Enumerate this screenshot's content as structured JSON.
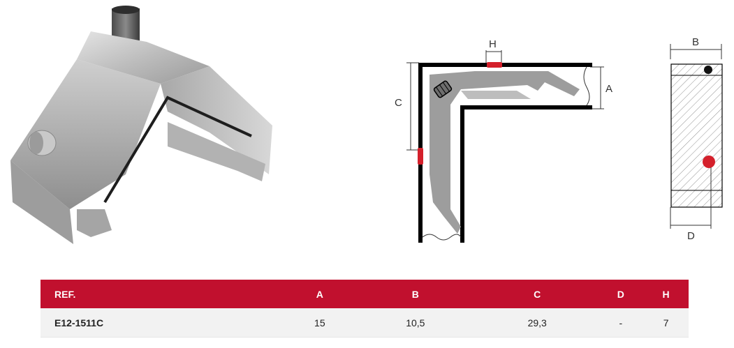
{
  "drawing": {
    "dimension_labels": {
      "h": "H",
      "a": "A",
      "c": "C",
      "b": "B",
      "d": "D"
    },
    "marker_color": "#d4202b"
  },
  "table": {
    "header_color": "#c1102e",
    "columns": [
      "REF.",
      "A",
      "B",
      "C",
      "D",
      "H"
    ],
    "rows": [
      [
        "E12-1511C",
        "15",
        "10,5",
        "29,3",
        "-",
        "7"
      ]
    ]
  }
}
